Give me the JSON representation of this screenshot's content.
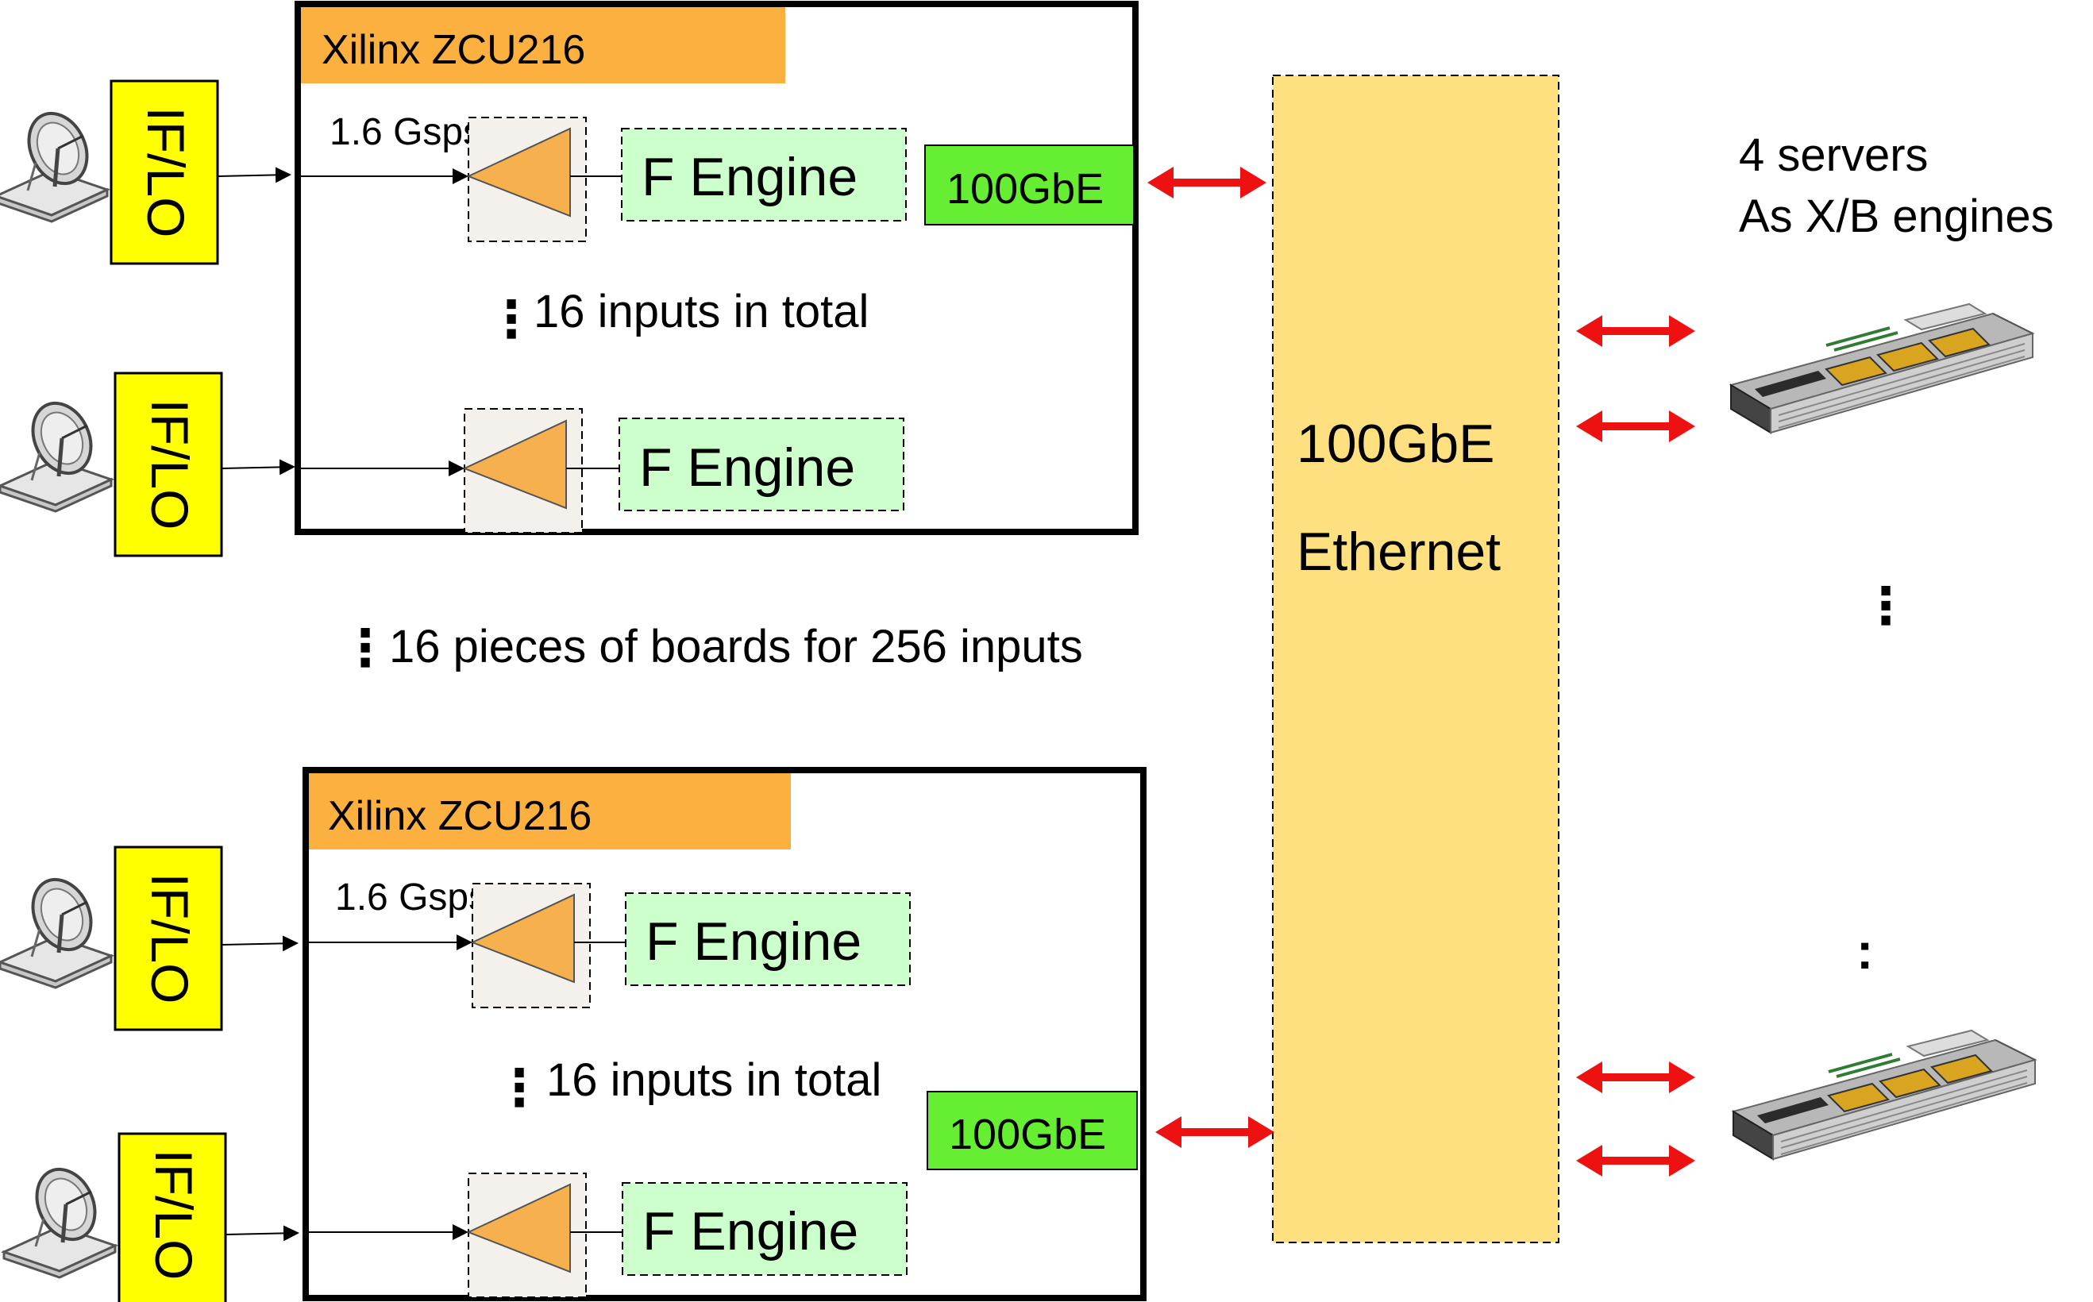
{
  "boards": [
    {
      "title": "Xilinx ZCU216",
      "sample_rate": "1.6 Gsps",
      "inputs_note": "16 inputs in total",
      "engine_labels": [
        "F Engine",
        "F Engine"
      ],
      "nic_label": "100GbE"
    },
    {
      "title": "Xilinx ZCU216",
      "sample_rate": "1.6 Gsps",
      "inputs_note": "16 inputs in total",
      "engine_labels": [
        "F Engine",
        "F Engine"
      ],
      "nic_label": "100GbE"
    }
  ],
  "receiver_label": "IF/LO",
  "boards_note": "16 pieces of boards for 256 inputs",
  "switch": {
    "line1": "100GbE",
    "line2": "Ethernet"
  },
  "servers": {
    "line1": "4 servers",
    "line2": "As X/B engines",
    "ellipsis": ":"
  },
  "colors": {
    "board_title_bg": "#fbb040",
    "engine_bg": "#ccffcc",
    "nic_bg": "#66ee33",
    "iflo_bg": "#ffff00",
    "switch_bg": "#ffe080",
    "amp_fill": "#f6b04e",
    "link_arrow": "#ee1111"
  },
  "icons": {
    "antenna": "satellite-dish-icon",
    "server": "rack-server-icon",
    "amplifier": "amplifier-triangle-icon"
  }
}
